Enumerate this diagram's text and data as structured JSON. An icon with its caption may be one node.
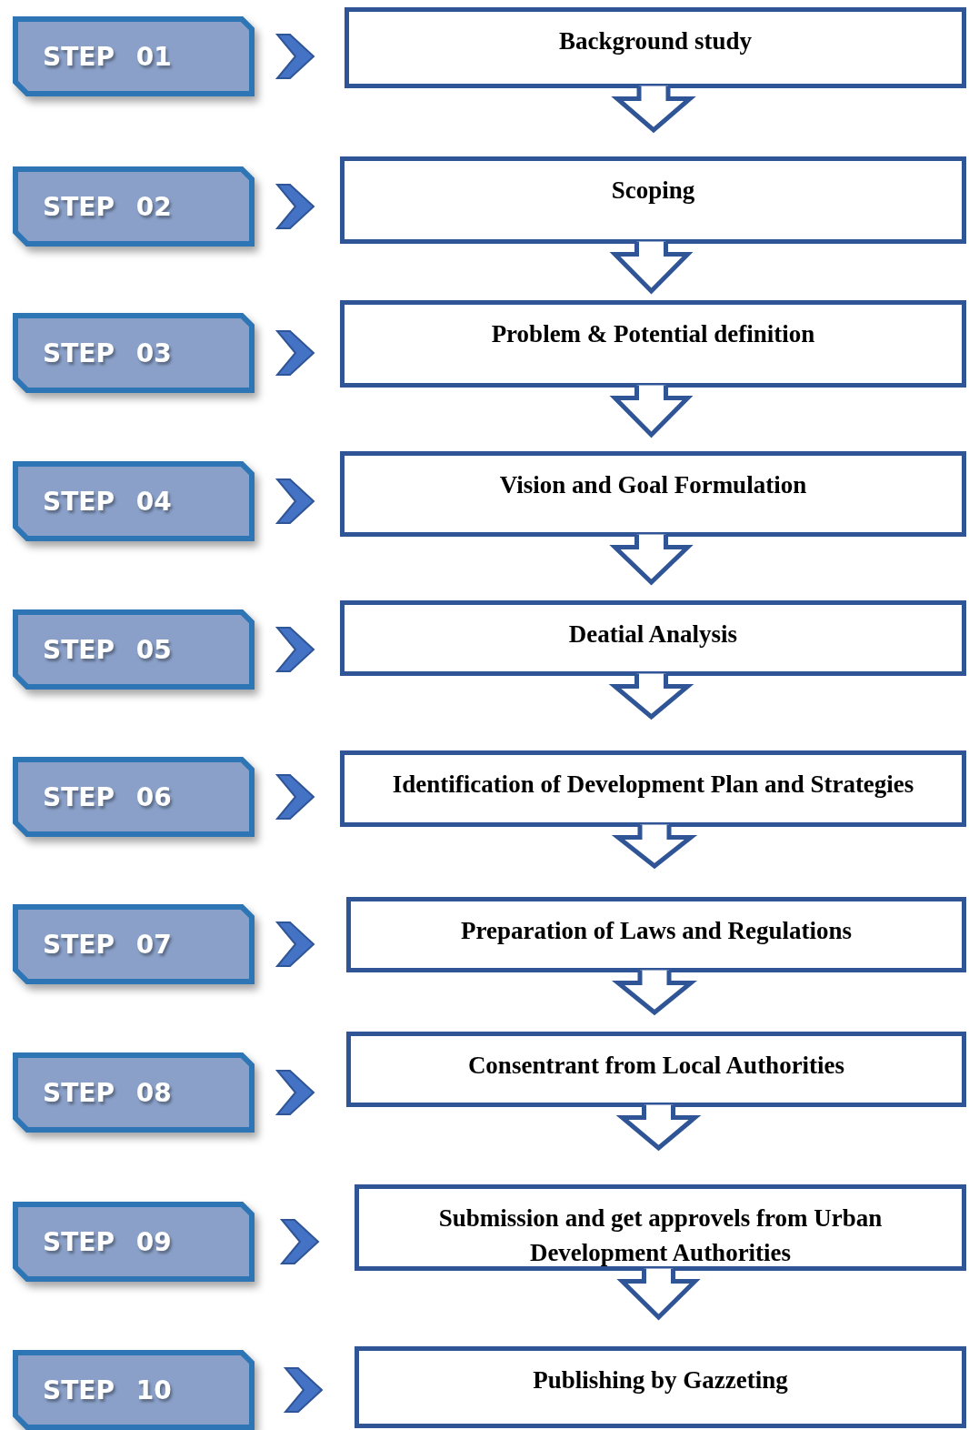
{
  "diagram": {
    "nodes": [
      {
        "text": [
          "STEP 01"
        ]
      },
      {
        "text": [
          "Background study"
        ]
      },
      {
        "text": [
          "STEP 02"
        ]
      },
      {
        "text": [
          "Scoping"
        ]
      },
      {
        "text": [
          "STEP 03"
        ]
      },
      {
        "text": [
          "Problem & Potential definition"
        ]
      },
      {
        "text": [
          "STEP 04"
        ]
      },
      {
        "text": [
          "Vision and Goal Formulation"
        ]
      },
      {
        "text": [
          "STEP 05"
        ]
      },
      {
        "text": [
          "Deatial Analysis"
        ]
      },
      {
        "text": [
          "STEP 06"
        ]
      },
      {
        "text": [
          "Identification of Development Plan and Strategies"
        ]
      },
      {
        "text": [
          "STEP 07"
        ]
      },
      {
        "text": [
          "Preparation of Laws and Regulations"
        ]
      },
      {
        "text": [
          "STEP 08"
        ]
      },
      {
        "text": [
          "Consentrant from Local Authorities"
        ]
      },
      {
        "text": [
          "STEP 09"
        ]
      },
      {
        "text": [
          "Submission and get approvels from Urban Development Authorities"
        ]
      },
      {
        "text": [
          "STEP 10"
        ]
      },
      {
        "text": [
          "Publishing by Gazzeting"
        ]
      }
    ],
    "edges": [
      {
        "from": 0,
        "to": 1,
        "arrow": "to"
      },
      {
        "from": 2,
        "to": 3,
        "arrow": "to"
      },
      {
        "from": 4,
        "to": 5,
        "arrow": "to"
      },
      {
        "from": 6,
        "to": 7,
        "arrow": "to"
      },
      {
        "from": 8,
        "to": 9,
        "arrow": "to"
      },
      {
        "from": 10,
        "to": 11,
        "arrow": "to"
      },
      {
        "from": 12,
        "to": 13,
        "arrow": "to"
      },
      {
        "from": 14,
        "to": 15,
        "arrow": "to"
      },
      {
        "from": 16,
        "to": 17,
        "arrow": "to"
      },
      {
        "from": 18,
        "to": 19,
        "arrow": "to"
      },
      {
        "from": 1,
        "to": 3,
        "arrow": "to"
      },
      {
        "from": 3,
        "to": 5,
        "arrow": "to"
      },
      {
        "from": 5,
        "to": 7,
        "arrow": "to"
      },
      {
        "from": 7,
        "to": 9,
        "arrow": "to"
      },
      {
        "from": 9,
        "to": 11,
        "arrow": "to"
      },
      {
        "from": 11,
        "to": 13,
        "arrow": "to"
      },
      {
        "from": 13,
        "to": 15,
        "arrow": "to"
      },
      {
        "from": 15,
        "to": 17,
        "arrow": "to"
      },
      {
        "from": 17,
        "to": 19,
        "arrow": "to"
      }
    ]
  }
}
